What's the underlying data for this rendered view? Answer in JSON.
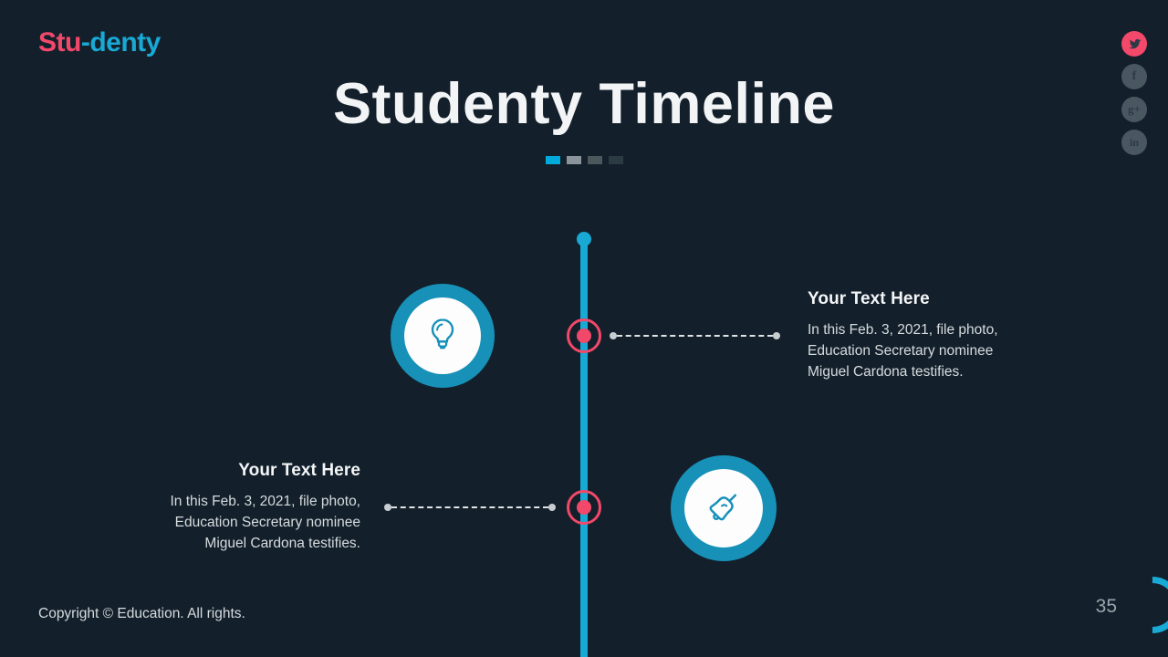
{
  "brand": {
    "name_part1": "Stu",
    "name_part2": "-denty"
  },
  "header": {
    "title": "Studenty Timeline",
    "indicator_dashes": [
      {
        "color": "#00aada",
        "state": "active"
      },
      {
        "color": "#8a949a",
        "state": "inactive"
      },
      {
        "color": "#4b565d",
        "state": "inactive"
      },
      {
        "color": "#2c3a43",
        "state": "inactive"
      }
    ]
  },
  "social": [
    {
      "name": "twitter",
      "glyph": "twitter-icon",
      "accent": "#f2486a"
    },
    {
      "name": "facebook",
      "glyph": "f",
      "accent": "#495761"
    },
    {
      "name": "google-plus",
      "glyph": "g+",
      "accent": "#495761"
    },
    {
      "name": "linkedin",
      "glyph": "in",
      "accent": "#495761"
    }
  ],
  "timeline": {
    "line_color": "#19a9d5",
    "node_color": "#f2486a",
    "entries": [
      {
        "side": "right",
        "icon": "lightbulb-icon",
        "heading": "Your Text Here",
        "body": "In this Feb. 3, 2021, file photo, Education Secretary nominee Miguel Cardona testifies."
      },
      {
        "side": "left",
        "icon": "handbell-icon",
        "heading": "Your Text Here",
        "body": "In this Feb. 3, 2021, file photo, Education Secretary nominee Miguel Cardona testifies."
      }
    ]
  },
  "footer": {
    "copyright": "Copyright © Education. All rights.",
    "page_number": "35"
  }
}
